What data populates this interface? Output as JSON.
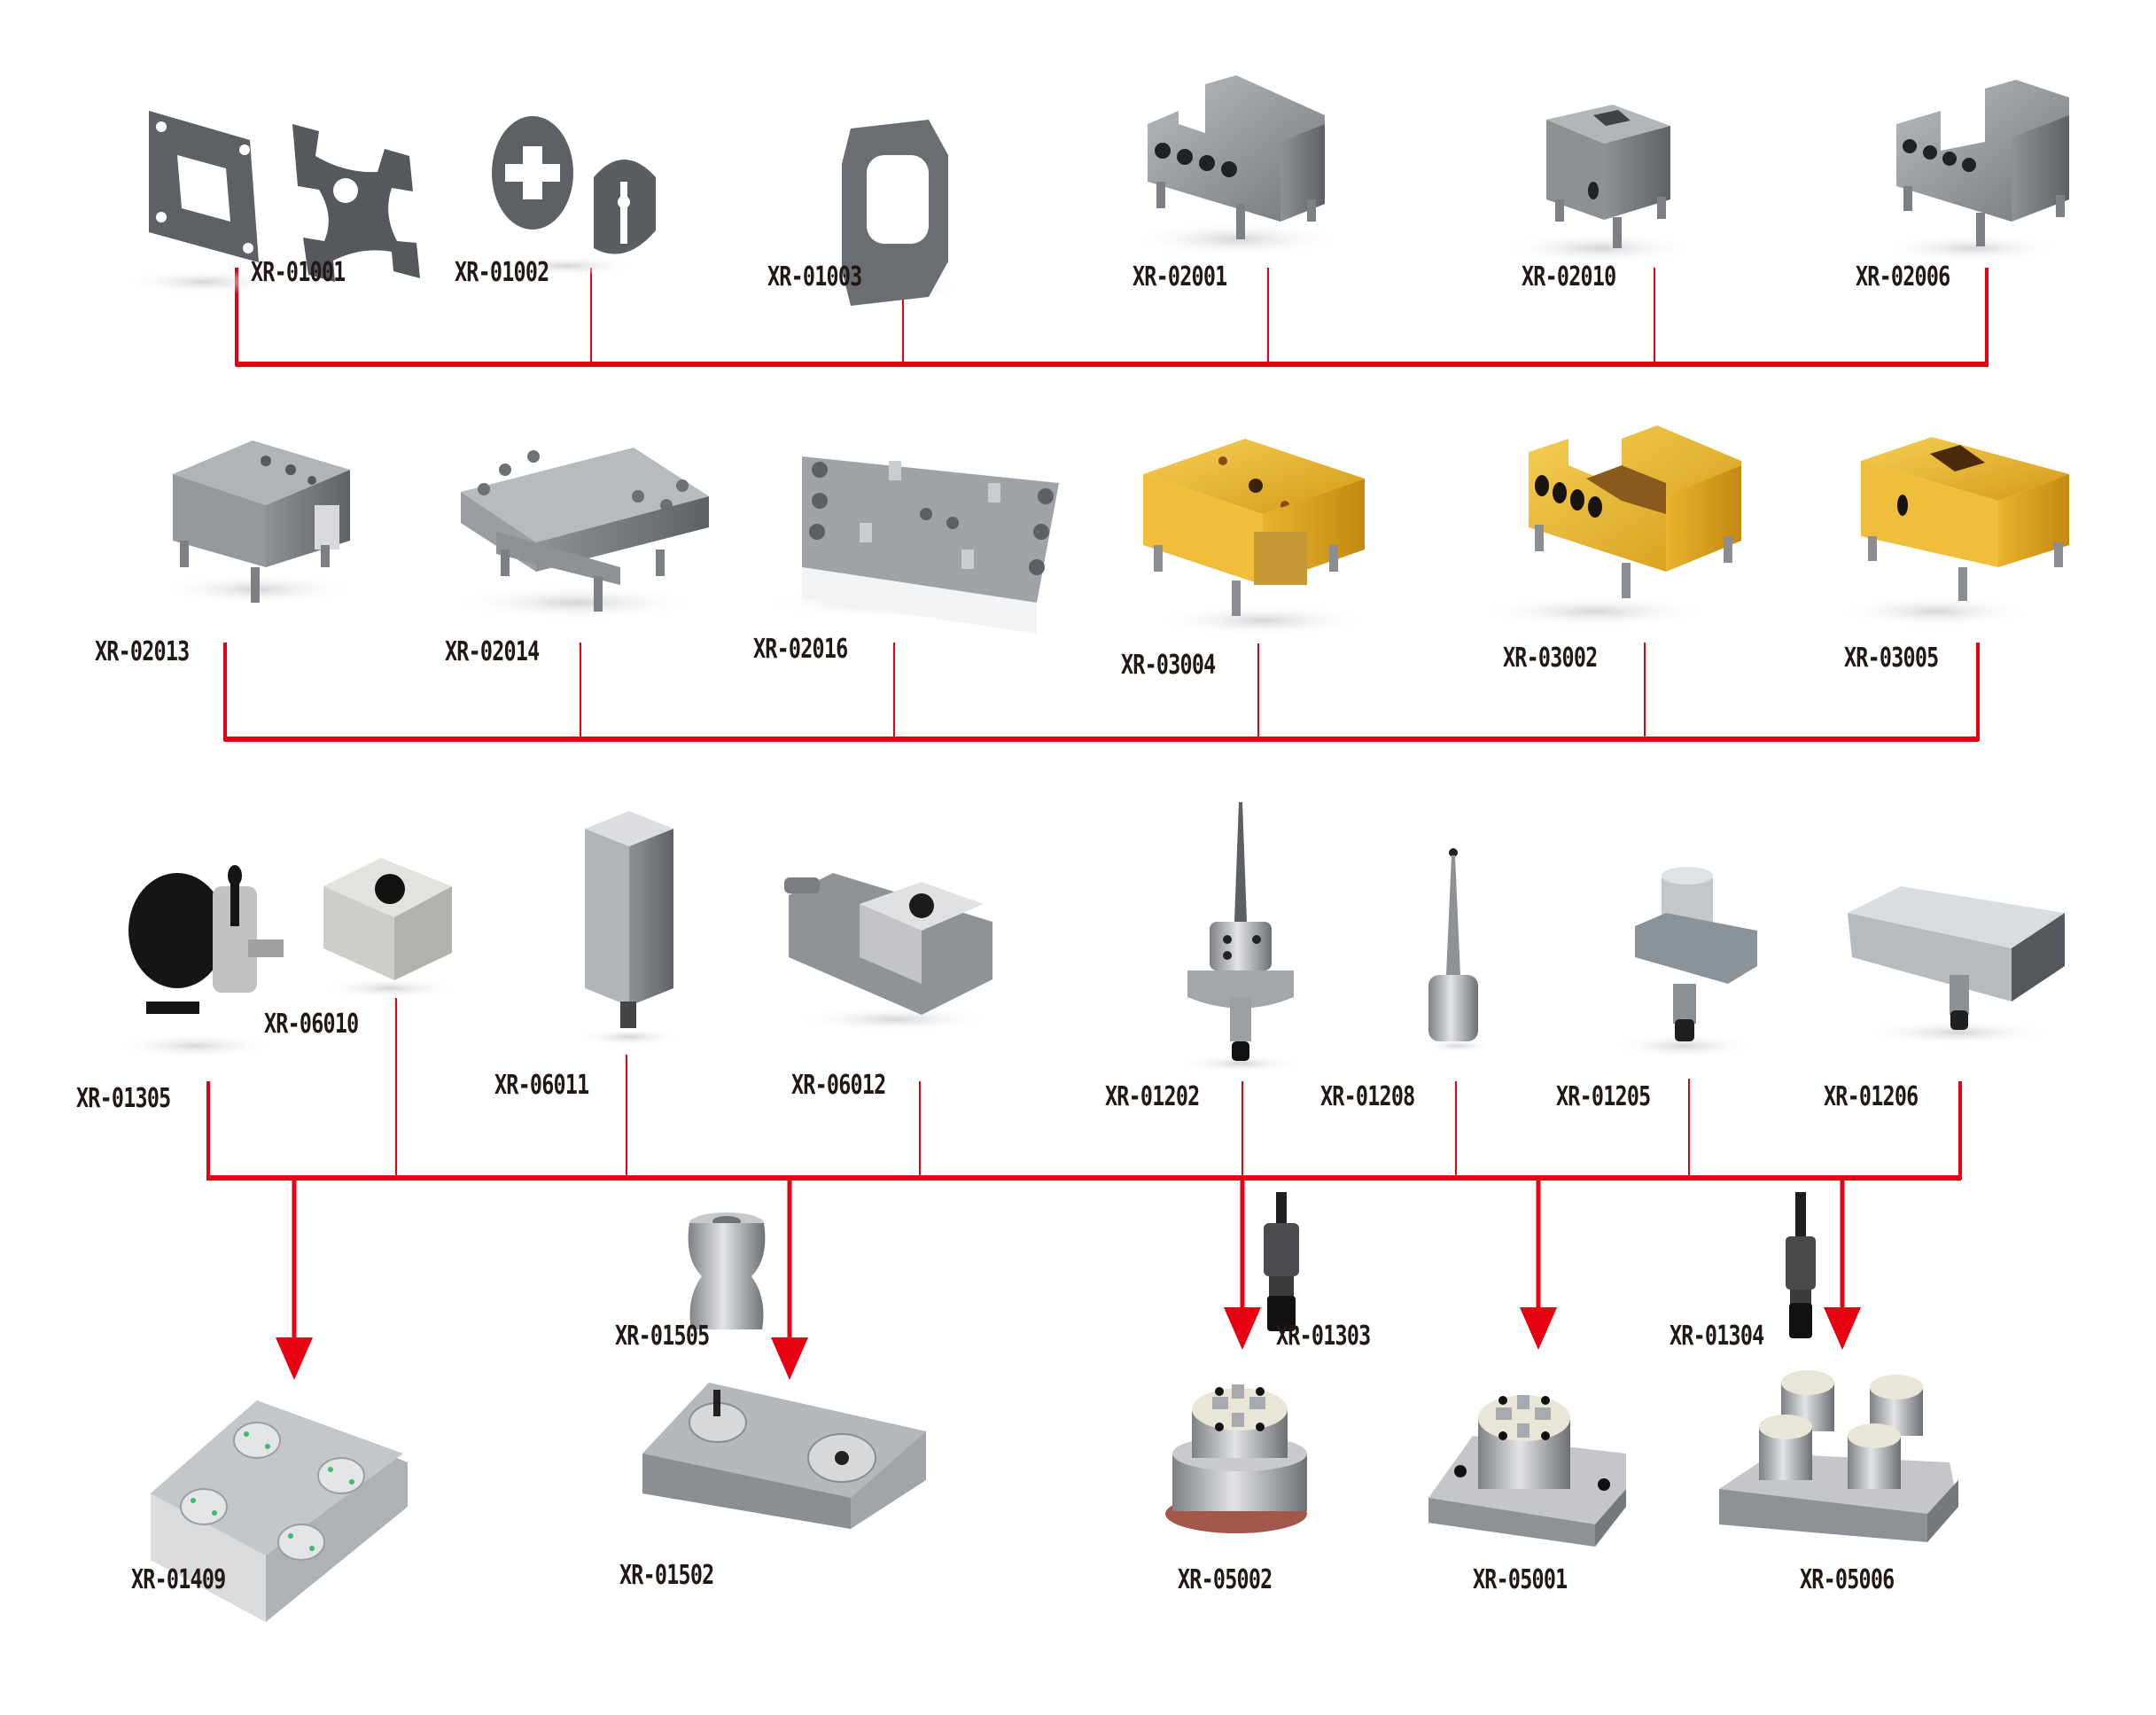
{
  "diagram_title": "",
  "line_color": "#e60012",
  "rows": [
    {
      "name": "row-1",
      "items": [
        {
          "code": "XR-01001",
          "kind": "plate-square",
          "color": "#5d6064"
        },
        {
          "code": "XR-01002",
          "kind": "plate-round",
          "color": "#5d6064"
        },
        {
          "code": "XR-01003",
          "kind": "plate-frame",
          "color": "#6a6d72"
        },
        {
          "code": "XR-02001",
          "kind": "block-slot-holes",
          "color": "#8a8d92"
        },
        {
          "code": "XR-02010",
          "kind": "block-square-hole",
          "color": "#8a8d92"
        },
        {
          "code": "XR-02006",
          "kind": "block-slot-holes",
          "color": "#8a8d92"
        }
      ]
    },
    {
      "name": "row-2",
      "items": [
        {
          "code": "XR-02013",
          "kind": "block-plain",
          "color": "#8d9095"
        },
        {
          "code": "XR-02014",
          "kind": "block-wide",
          "color": "#9a9da2"
        },
        {
          "code": "XR-02016",
          "kind": "plate-fixture",
          "color": "#9fa3a8"
        },
        {
          "code": "XR-03004",
          "kind": "block-gold-window",
          "color": "#e8b530"
        },
        {
          "code": "XR-03002",
          "kind": "block-gold-slot",
          "color": "#e8b530"
        },
        {
          "code": "XR-03005",
          "kind": "block-gold-square",
          "color": "#e8b530"
        }
      ]
    },
    {
      "name": "row-3",
      "items": [
        {
          "code": "XR-01305",
          "kind": "adjuster-black",
          "color": "#151515"
        },
        {
          "code": "XR-06010",
          "kind": "chuck-square",
          "color": "#c9c7c3"
        },
        {
          "code": "XR-06011",
          "kind": "column-holder",
          "color": "#9ea2a6"
        },
        {
          "code": "XR-06012",
          "kind": "angle-holder",
          "color": "#8f9296"
        },
        {
          "code": "XR-01202",
          "kind": "probe-stylus",
          "color": "#a3a6aa"
        },
        {
          "code": "XR-01208",
          "kind": "probe-pin",
          "color": "#a7aaae"
        },
        {
          "code": "XR-01205",
          "kind": "sleeve-holder",
          "color": "#a3aab0"
        },
        {
          "code": "XR-01206",
          "kind": "prism-holder",
          "color": "#b9bec4"
        }
      ]
    }
  ],
  "targets": [
    {
      "code": "XR-01409",
      "kind": "base-plate-4",
      "color": "#b7babd"
    },
    {
      "code": "XR-01502",
      "kind": "base-plate-2",
      "color": "#9da0a4"
    },
    {
      "code": "XR-05002",
      "kind": "chuck-round",
      "color": "#a8abae"
    },
    {
      "code": "XR-05001",
      "kind": "chuck-base",
      "color": "#a2a5a8"
    },
    {
      "code": "XR-05006",
      "kind": "chuck-quad",
      "color": "#a2a5a8"
    }
  ],
  "accessories": [
    {
      "code": "XR-01505",
      "kind": "drawbar-stud",
      "color": "#a9acb0"
    },
    {
      "code": "XR-01303",
      "kind": "drawbar-threaded",
      "color": "#3b3c3e"
    },
    {
      "code": "XR-01304",
      "kind": "drawbar-threaded",
      "color": "#3b3c3e"
    }
  ]
}
